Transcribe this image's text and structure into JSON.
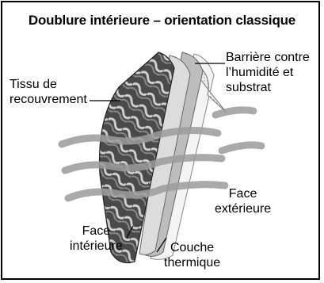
{
  "title": "Doublure intérieure – orientation classique",
  "labels": {
    "tissu": "Tissu de\nrecouvrement",
    "barriere": "Barrière contre\nl’humidité et\nsubstrat",
    "face_exterieure": "Face\nextérieure",
    "face_interieure": "Face\nintérieure",
    "couche": "Couche\nthermique"
  }
}
